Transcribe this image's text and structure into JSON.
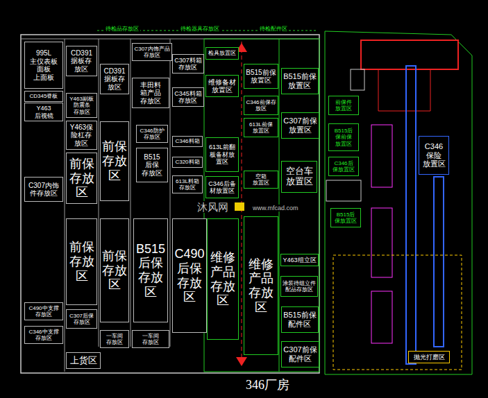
{
  "diagram": {
    "caption": "346厂房",
    "nodes": [
      {
        "text": [
          "995L 主仪表板 面板 上面板"
        ]
      },
      {
        "text": [
          "CD345脊板"
        ]
      },
      {
        "text": [
          "Y463 后视镜"
        ]
      },
      {
        "text": [
          "C307内饰 件存放区"
        ]
      },
      {
        "text": [
          "C490中支撑 存放区"
        ]
      },
      {
        "text": [
          "C346中支撑 存放区"
        ]
      },
      {
        "text": [
          "上货区"
        ]
      },
      {
        "text": [
          "CD391 据板存 放区"
        ]
      },
      {
        "text": [
          "Y463副板 防震条 存放区"
        ]
      },
      {
        "text": [
          "Y463保 险杠存 放区"
        ]
      },
      {
        "text": [
          "前保 存放 区"
        ]
      },
      {
        "text": [
          "前保 存放 区"
        ]
      },
      {
        "text": [
          "C307后保 存放区"
        ]
      },
      {
        "text": [
          "CD391 据板存 放区"
        ]
      },
      {
        "text": [
          "前保 存放 区"
        ]
      },
      {
        "text": [
          "前保 存放 区"
        ]
      },
      {
        "text": [
          "一车间 存放区"
        ]
      },
      {
        "text": [
          "C307内饰产品 存放区"
        ]
      },
      {
        "text": [
          "丰田料 箱产品 存放区"
        ]
      },
      {
        "text": [
          "C346防护 存放区"
        ]
      },
      {
        "text": [
          "B515 后保 存放区"
        ]
      },
      {
        "text": [
          "B515 后保 存放 区"
        ]
      },
      {
        "text": [
          "一车间 存放区"
        ]
      },
      {
        "text": [
          "C307料箱 存放区"
        ]
      },
      {
        "text": [
          "C345料箱 存放区"
        ]
      },
      {
        "text": [
          "C346料箱"
        ]
      },
      {
        "text": [
          "C320料箱"
        ]
      },
      {
        "text": [
          "613L料箱 存放区"
        ]
      },
      {
        "text": [
          "C490 后保 存放 区"
        ]
      },
      {
        "text": [
          "检具放置区"
        ]
      },
      {
        "text": [
          "维修备材 放置区"
        ]
      },
      {
        "text": [
          "613L前翻 板备材放 置区"
        ]
      },
      {
        "text": [
          "C346后备 材放置区"
        ]
      },
      {
        "text": [
          "维修 产品 存放 区"
        ]
      },
      {
        "text": [
          "B515前保 放置区"
        ]
      },
      {
        "text": [
          "C346前保存 放区"
        ]
      },
      {
        "text": [
          "613L前保 放置区"
        ]
      },
      {
        "text": [
          "空箱 放置区"
        ]
      },
      {
        "text": [
          "维修 产品 存放 区"
        ]
      },
      {
        "text": [
          "B515前保 放置区"
        ]
      },
      {
        "text": [
          "C307前保 放置区"
        ]
      },
      {
        "text": [
          "空台车 放置区"
        ]
      },
      {
        "text": [
          "Y463组立区"
        ]
      },
      {
        "text": [
          "涂装待组立件 配品存放区"
        ]
      },
      {
        "text": [
          "B515前保 配件区"
        ]
      },
      {
        "text": [
          "C307前保 配件区"
        ]
      },
      {
        "text": [
          "前保件 放置区"
        ]
      },
      {
        "text": [
          "B515后 保前保 放置区"
        ]
      },
      {
        "text": [
          "C346 保险 放置区"
        ]
      },
      {
        "text": [
          "C346后 保放置区"
        ]
      },
      {
        "text": [
          "B515后 保放置区"
        ]
      },
      {
        "text": [
          "抛光打磨区"
        ]
      }
    ],
    "labels": [
      "待检品存放区",
      "待检器具存放区",
      "待检配件区",
      "沐风网",
      "www.mfcad.com"
    ]
  }
}
